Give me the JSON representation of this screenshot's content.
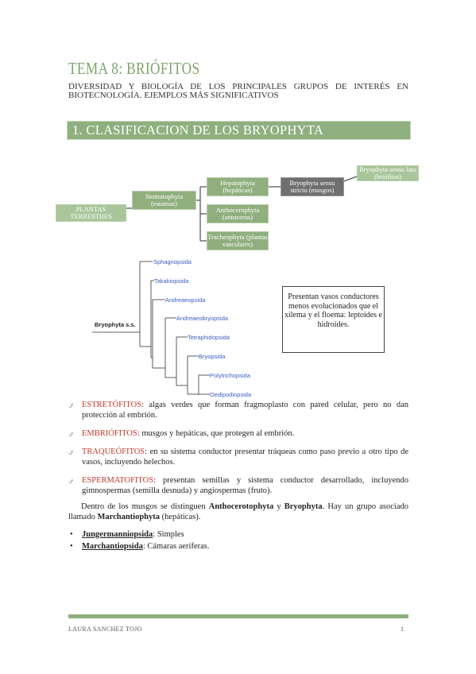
{
  "header": {
    "title": "TEMA 8: BRIÓFITOS",
    "subtitle": "DIVERSIDAD Y BIOLOGÍA DE LOS PRINCIPALES GRUPOS DE INTERÉS EN BIOTECNOLOGÍA. EJEMPLOS MÁS SIGNIFICATIVOS"
  },
  "section": {
    "heading": "1. CLASIFICACION DE LOS BRYOPHYTA"
  },
  "classification": {
    "plantas": "PLANTAS TERRESTRES",
    "stomatophyta": "Stomatophyta (estomas)",
    "hepatophyta": "Hepatophyta (hepáticas)",
    "anthocerophyta": "Anthocerophyta (antoceros)",
    "tracheophyta": "Tracheophyta (plantas vasculares)",
    "bryophyta_ss": "Bryophyta sensu stricto (musgos)",
    "bryophyta_sl": "Bryophyta sensu lato (briófitas)"
  },
  "tree": {
    "root": "Bryophyta s.s.",
    "taxa": [
      "Sphagnopsida",
      "Takakiopsida",
      "Andreaeopsida",
      "Andreaeobryopsida",
      "Tetraphidopsida",
      "Bryopsida",
      "Polytrichopsida",
      "Oedipodiopsida"
    ]
  },
  "note": "Presentan vasos conductores menos evolucionados que el xilema y el floema: leptoides e hidroides.",
  "bullets": [
    {
      "term": "ESTRETÓFITOS",
      "rest": ": algas verdes que forman fragmoplasto con pared celular, pero no dan protección al embrión."
    },
    {
      "term": "EMBRIÓFITOS",
      "rest": ": musgos y hepáticas, que protegen al embrión."
    },
    {
      "term": "TRAQUEÓFITOS",
      "rest": ": en su sistema conductor presentar tráqueas como paso previo a otro tipo de vasos, incluyendo helechos."
    },
    {
      "term": "ESPERMATOFITOS",
      "rest": ": presentan semillas y sistema conductor desarrollado, incluyendo gimnospermas (semilla desnuda) y angiospermas (fruto)."
    }
  ],
  "paragraph": {
    "p1": "Dentro de los musgos se distinguen ",
    "b1": "Anthocerotophyta",
    "p2": " y ",
    "b2": "Bryophyta",
    "p3": ". Hay un grupo asociado llamado ",
    "b3": "Marchantiophyta",
    "p4": " (hepáticas)."
  },
  "list": [
    {
      "term": "Jungermanniopsida",
      "rest": ": Simples"
    },
    {
      "term": "Marchantiopsida",
      "rest": ": Cámaras aeríferas."
    }
  ],
  "footer": {
    "author": "LAURA SANCHEZ TOJO",
    "page": "1"
  }
}
